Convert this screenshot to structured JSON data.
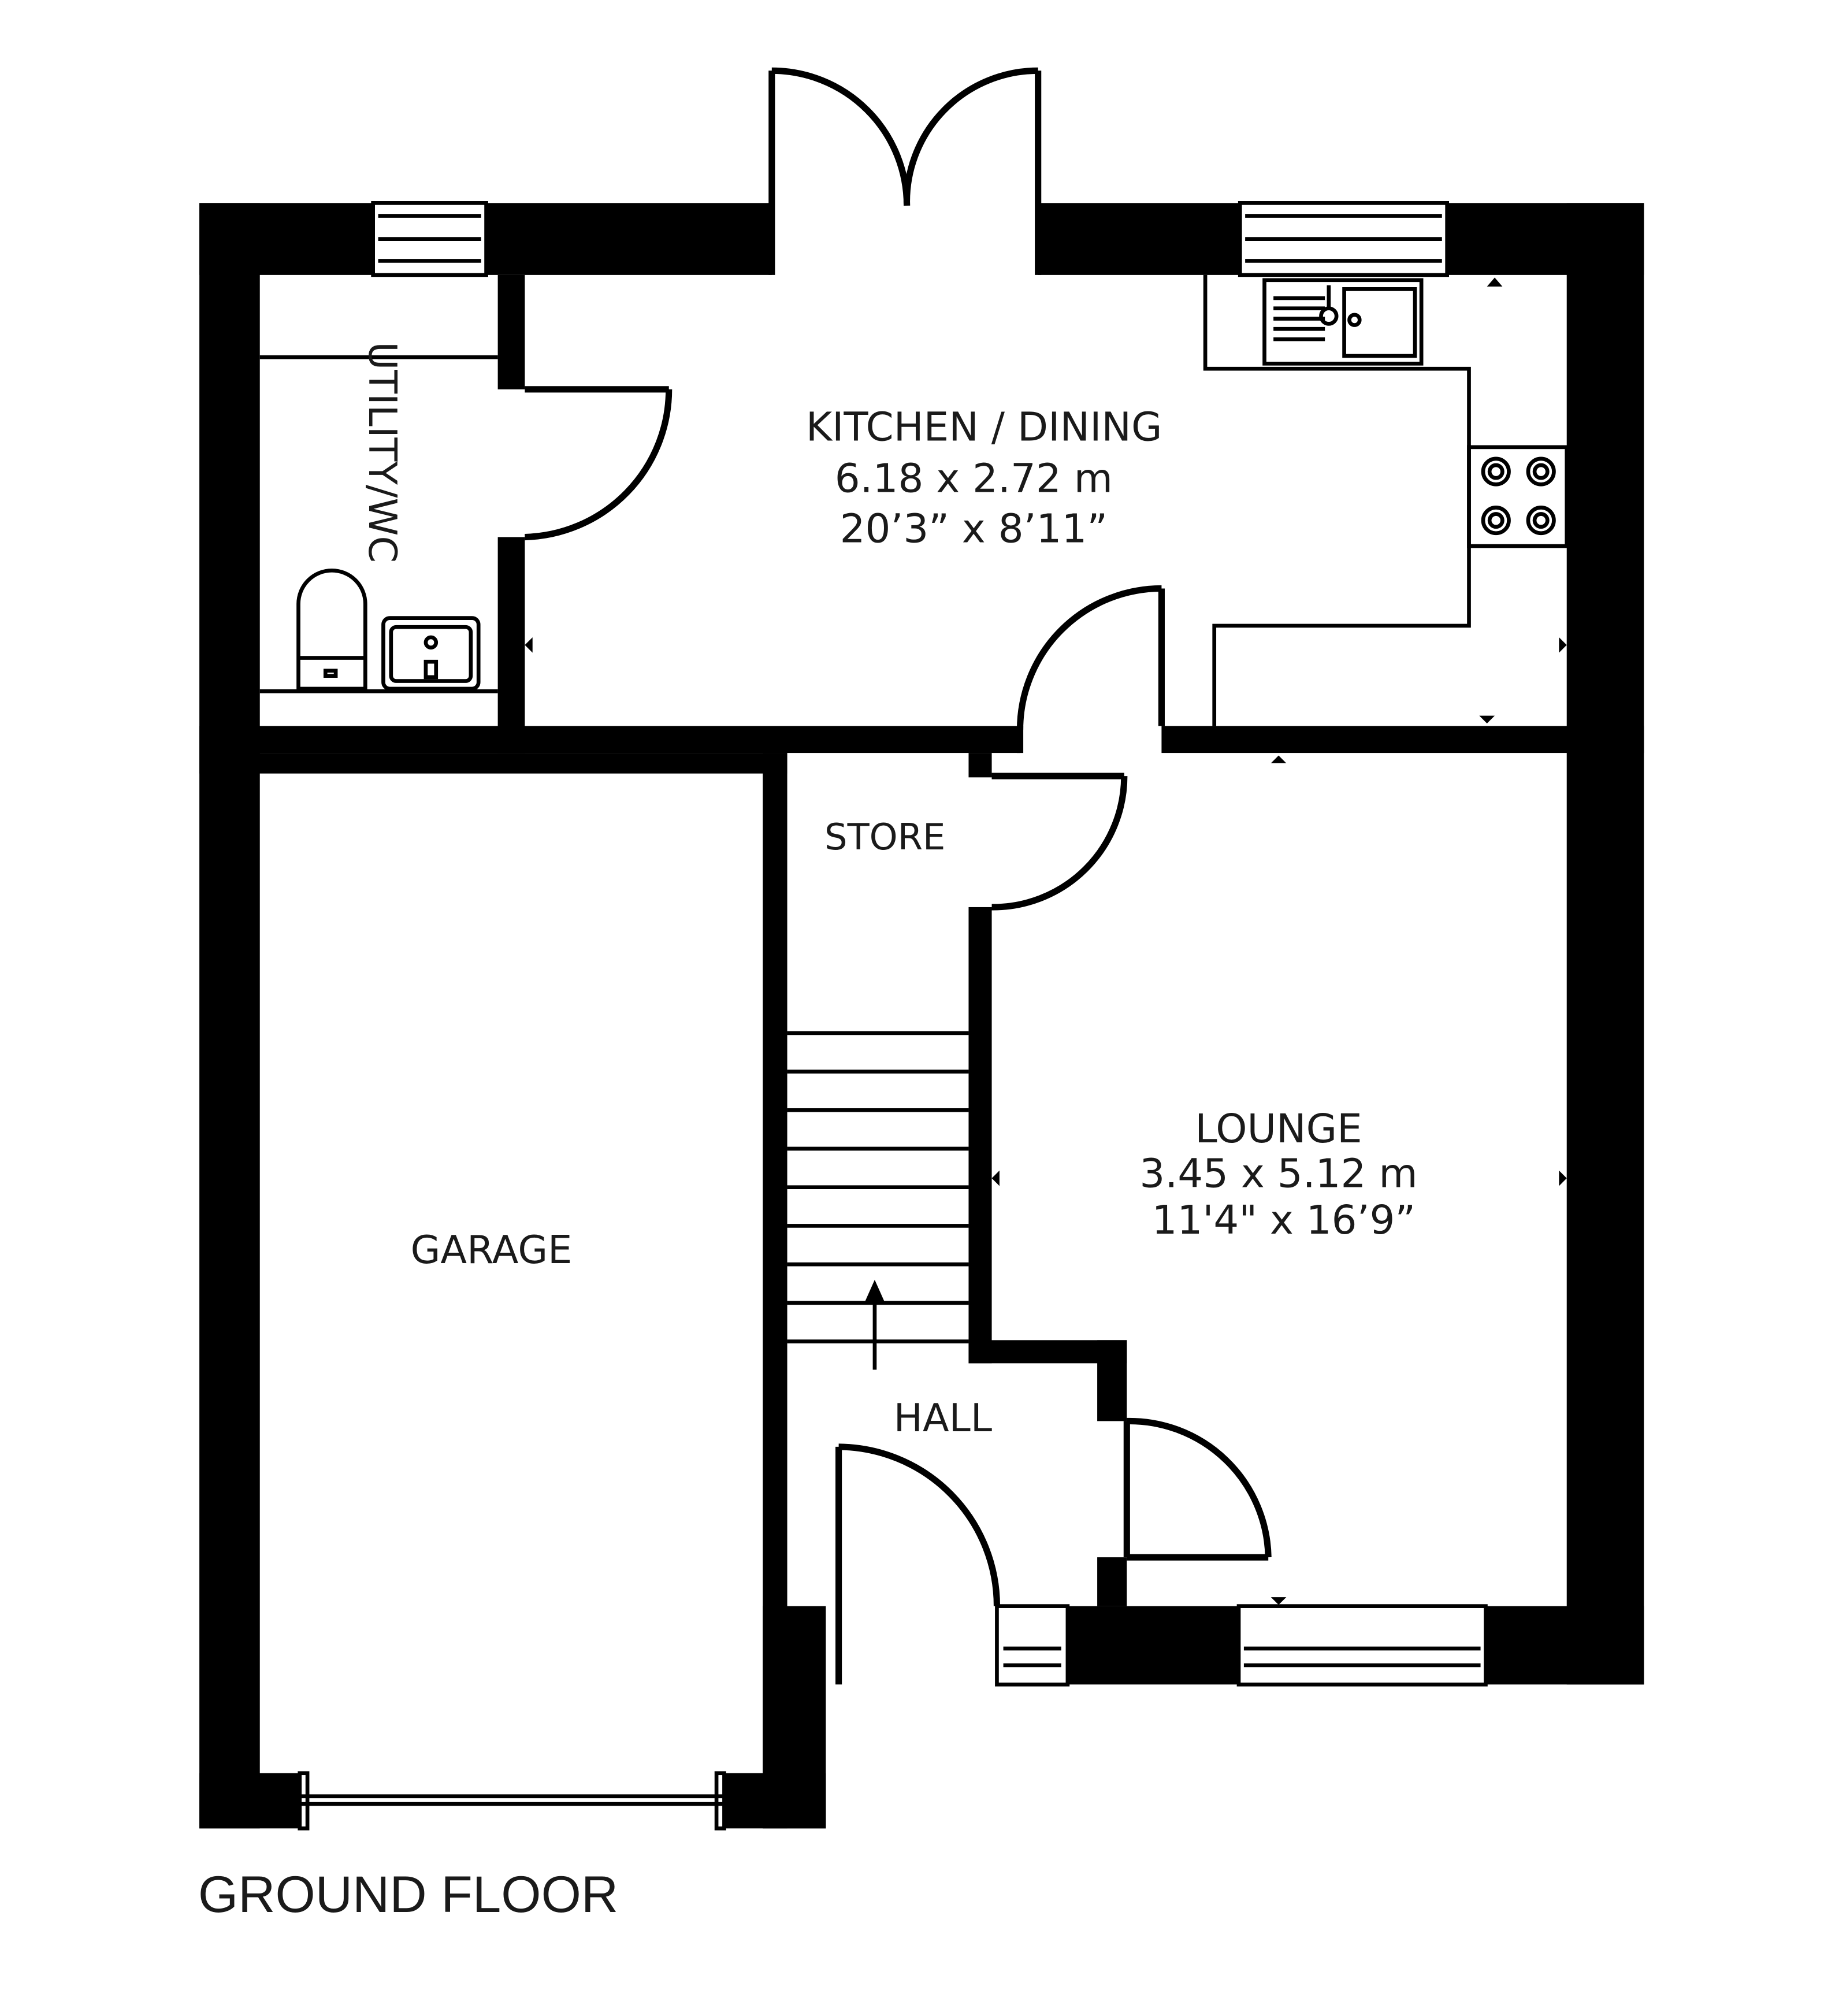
{
  "floor_title": "GROUND FLOOR",
  "rooms": {
    "kitchen": {
      "name": "KITCHEN / DINING",
      "metric": "6.18 x 2.72 m",
      "imperial": "20’3” x 8’11”"
    },
    "utility": {
      "name": "UTILITY/WC"
    },
    "store": {
      "name": "STORE"
    },
    "lounge": {
      "name": "LOUNGE",
      "metric": "3.45 x 5.12 m",
      "imperial": "11'4\" x 16’9”"
    },
    "garage": {
      "name": "GARAGE"
    },
    "hall": {
      "name": "HALL"
    }
  },
  "colors": {
    "walls": "#000000",
    "background": "#ffffff",
    "text": "#1a1a1a"
  }
}
